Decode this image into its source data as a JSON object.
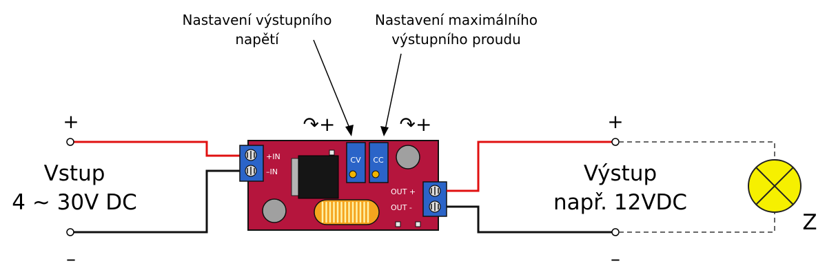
{
  "callouts": {
    "voltage_adjust": [
      "Nastavení výstupního",
      "napětí"
    ],
    "current_adjust": [
      "Nastavení maximálního",
      "výstupního proudu"
    ]
  },
  "rotation_marks": {
    "cv": "↷+",
    "cc": "↷+"
  },
  "input_side": {
    "plus": "+",
    "minus": "–",
    "title": "Vstup",
    "range": "4 ~ 30V DC"
  },
  "output_side": {
    "plus": "+",
    "minus": "–",
    "title": "Výstup",
    "example": "např. 12VDC"
  },
  "board": {
    "in_plus": "+IN",
    "in_minus": "–IN",
    "cv": "CV",
    "cc": "CC",
    "out_plus": "OUT +",
    "out_minus": "OUT -"
  },
  "load": {
    "label": "Z"
  },
  "colors": {
    "pcb": "#b5153d",
    "terminal": "#2b64c8",
    "wire_positive": "#e01010",
    "wire_negative": "#111111",
    "trimmer_dot": "#f0b400",
    "inductor": "#f5a41e",
    "lamp": "#f6f000"
  }
}
